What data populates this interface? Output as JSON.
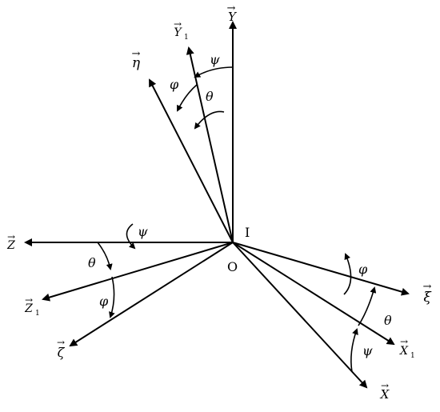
{
  "diagram": {
    "origin_label": "O",
    "point_label": "I",
    "axes": {
      "Y": {
        "letter": "Y",
        "sub": ""
      },
      "Y1": {
        "letter": "Y",
        "sub": "1"
      },
      "eta": {
        "letter": "η",
        "sub": ""
      },
      "Z": {
        "letter": "Z",
        "sub": ""
      },
      "Z1": {
        "letter": "Z",
        "sub": "1"
      },
      "zeta": {
        "letter": "ζ",
        "sub": ""
      },
      "X": {
        "letter": "X",
        "sub": ""
      },
      "X1": {
        "letter": "X",
        "sub": "1"
      },
      "xi": {
        "letter": "ξ",
        "sub": ""
      }
    },
    "angles": {
      "psi": "ψ",
      "theta": "θ",
      "phi": "φ"
    },
    "vector_mark": "→"
  }
}
